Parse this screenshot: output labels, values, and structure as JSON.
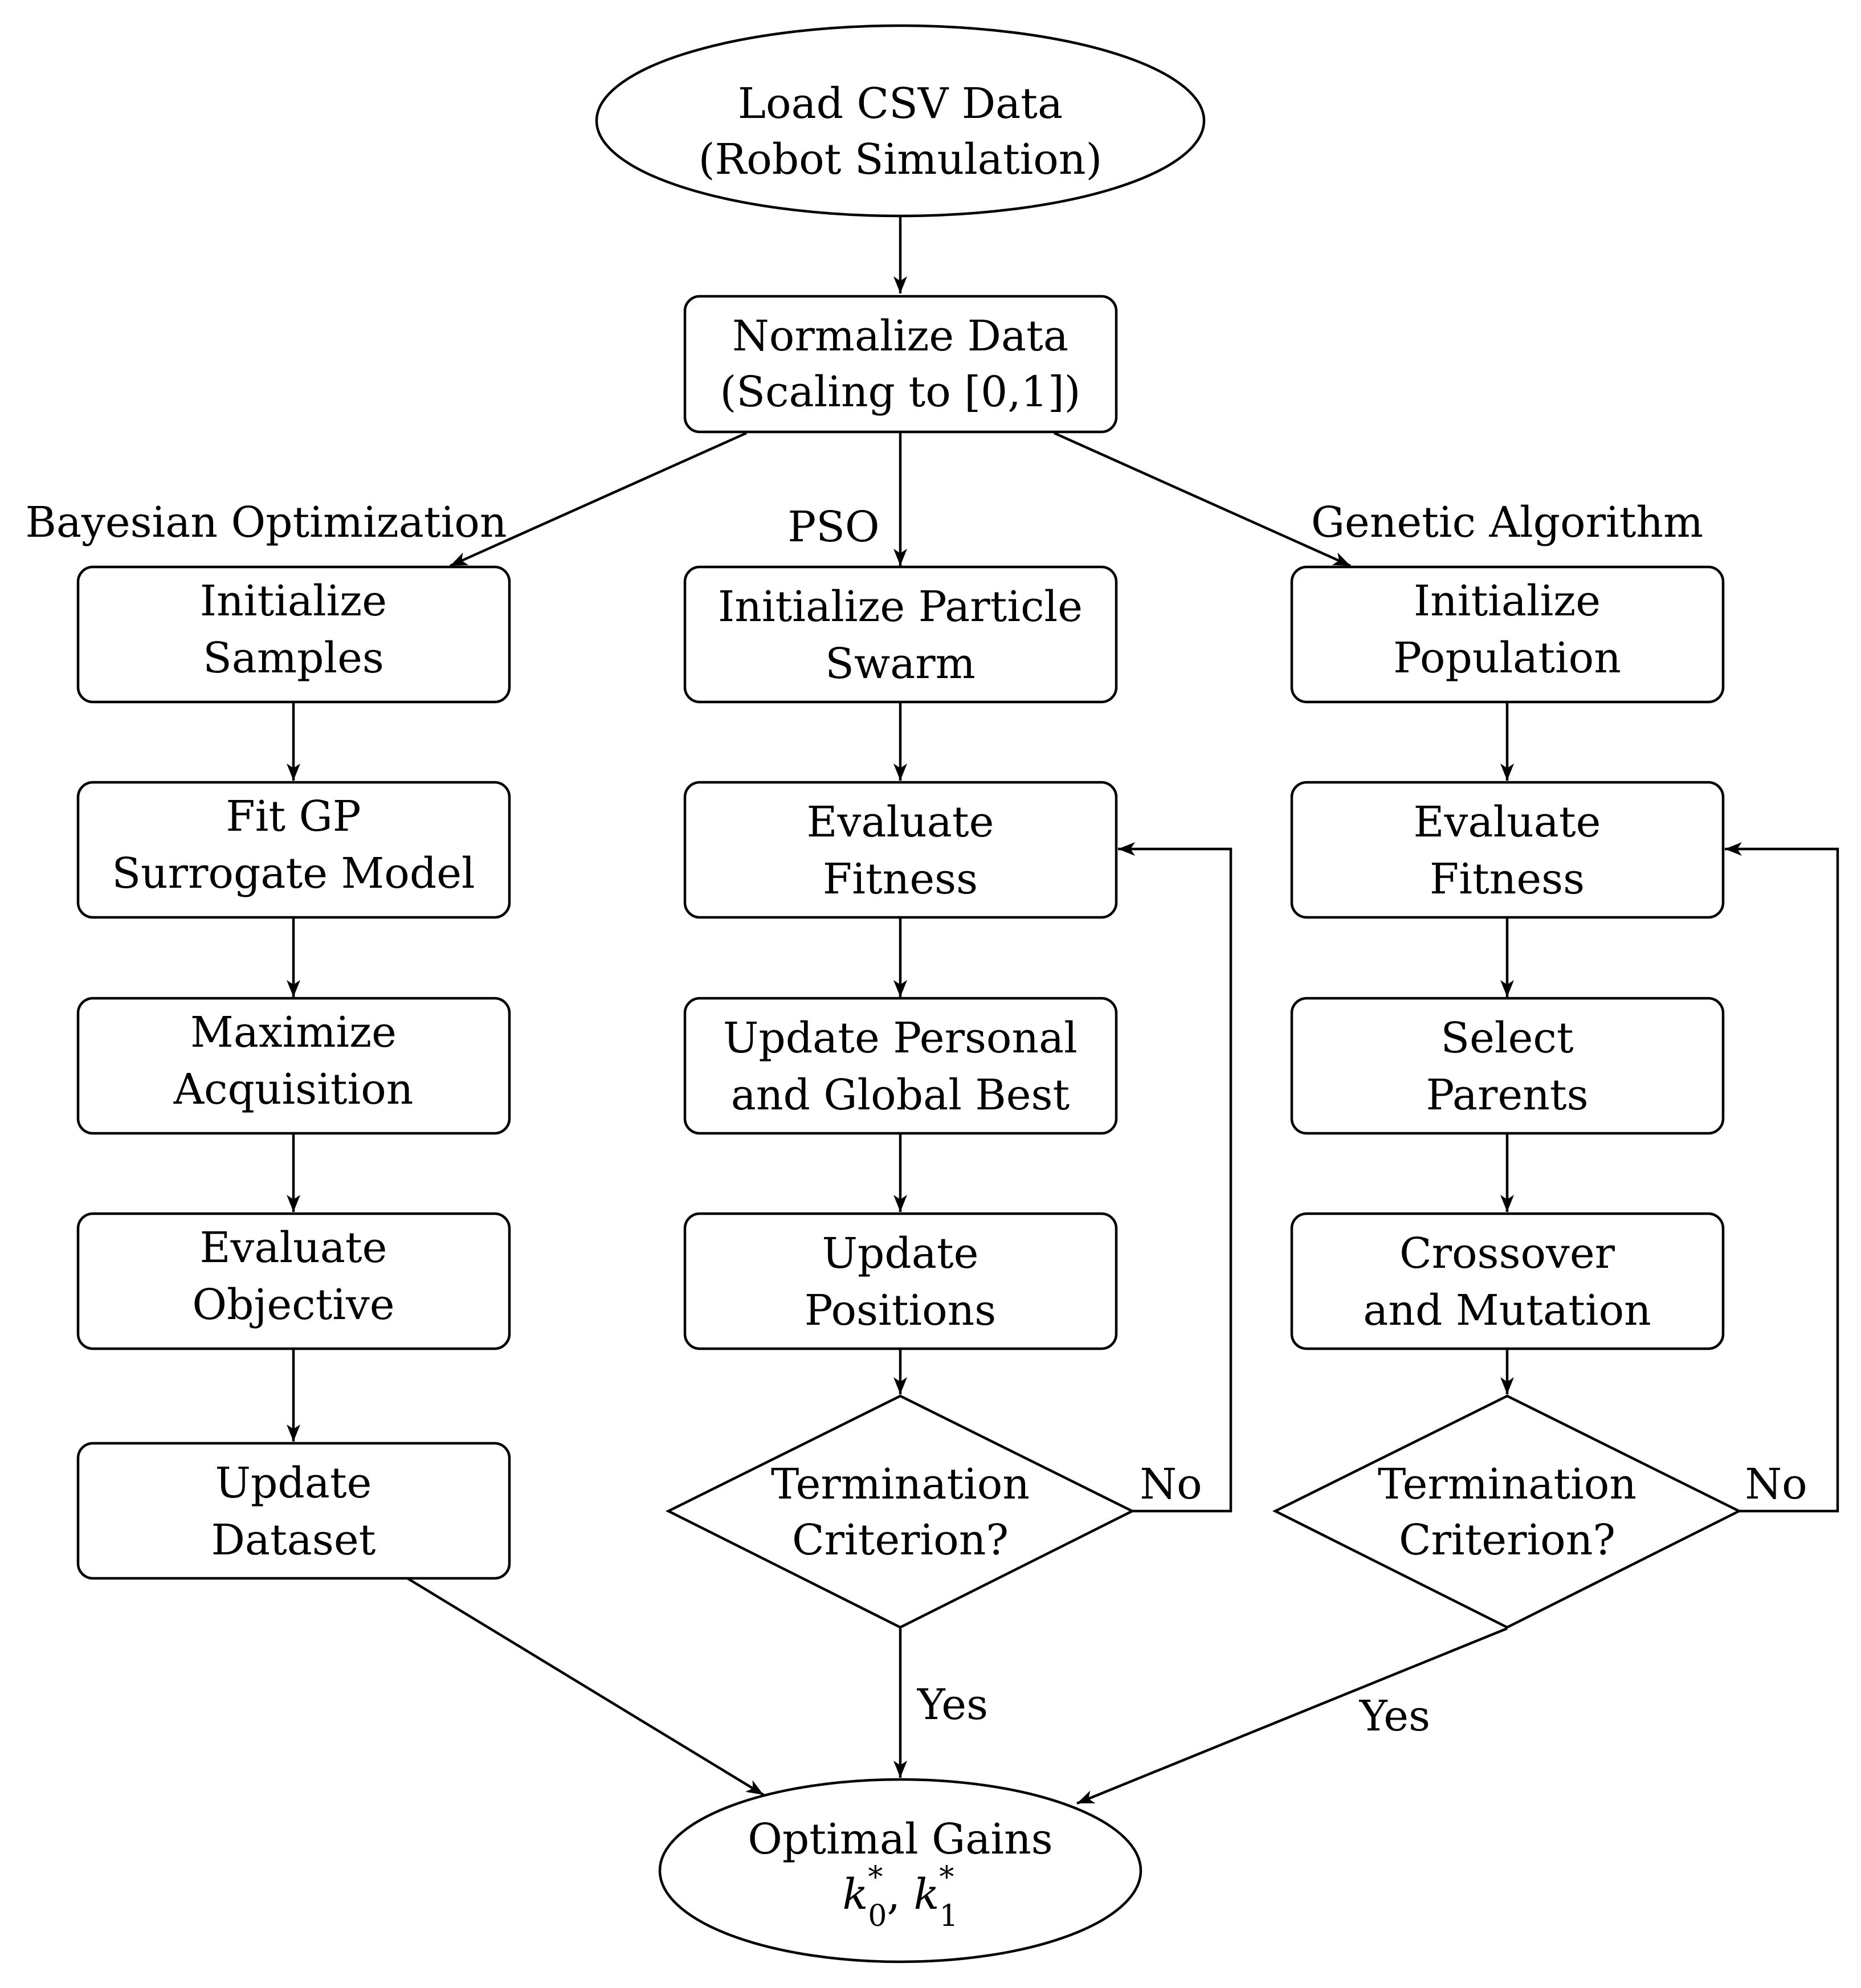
{
  "start": {
    "line1": "Load CSV Data",
    "line2": "(Robot Simulation)"
  },
  "normalize": {
    "line1": "Normalize Data",
    "line2": "(Scaling to [0,1])"
  },
  "branches": {
    "bayesian": {
      "label": "Bayesian Optimization",
      "steps": [
        {
          "line1": "Initialize",
          "line2": "Samples"
        },
        {
          "line1": "Fit GP",
          "line2": "Surrogate Model"
        },
        {
          "line1": "Maximize",
          "line2": "Acquisition"
        },
        {
          "line1": "Evaluate",
          "line2": "Objective"
        },
        {
          "line1": "Update",
          "line2": "Dataset"
        }
      ]
    },
    "pso": {
      "label": "PSO",
      "steps": [
        {
          "line1": "Initialize Particle",
          "line2": "Swarm"
        },
        {
          "line1": "Evaluate",
          "line2": "Fitness"
        },
        {
          "line1": "Update Personal",
          "line2": "and Global Best"
        },
        {
          "line1": "Update",
          "line2": "Positions"
        }
      ],
      "decision": {
        "line1": "Termination",
        "line2": "Criterion?"
      },
      "no_label": "No",
      "yes_label": "Yes"
    },
    "genetic": {
      "label": "Genetic Algorithm",
      "steps": [
        {
          "line1": "Initialize",
          "line2": "Population"
        },
        {
          "line1": "Evaluate",
          "line2": "Fitness"
        },
        {
          "line1": "Select",
          "line2": "Parents"
        },
        {
          "line1": "Crossover",
          "line2": "and Mutation"
        }
      ],
      "decision": {
        "line1": "Termination",
        "line2": "Criterion?"
      },
      "no_label": "No",
      "yes_label": "Yes"
    }
  },
  "end": {
    "line1": "Optimal Gains",
    "gain0": {
      "base": "k",
      "sup": "*",
      "sub": "0"
    },
    "separator": ", ",
    "gain1": {
      "base": "k",
      "sup": "*",
      "sub": "1"
    }
  }
}
